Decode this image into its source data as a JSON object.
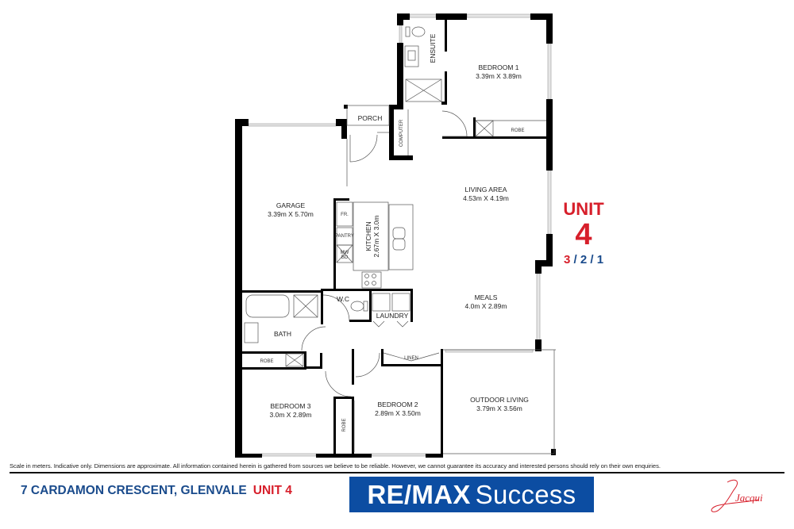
{
  "floorplan": {
    "rooms": [
      {
        "id": "bedroom-1",
        "name": "BEDROOM 1",
        "size": "3.39m X 3.89m"
      },
      {
        "id": "ensuite",
        "name": "ENSUITE"
      },
      {
        "id": "robe-bed1",
        "name": "ROBE"
      },
      {
        "id": "porch",
        "name": "PORCH"
      },
      {
        "id": "computer",
        "name": "COMPUTER"
      },
      {
        "id": "garage",
        "name": "GARAGE",
        "size": "3.39m X 5.70m"
      },
      {
        "id": "living-area",
        "name": "LIVING AREA",
        "size": "4.53m X 4.19m"
      },
      {
        "id": "kitchen",
        "name": "KITCHEN",
        "size": "2.67m X 3.0m"
      },
      {
        "id": "fridge",
        "name": "FR."
      },
      {
        "id": "pantry",
        "name": "PANTRY"
      },
      {
        "id": "mw",
        "name": "MW",
        "sub": "BD"
      },
      {
        "id": "meals",
        "name": "MEALS",
        "size": "4.0m X 2.89m"
      },
      {
        "id": "wc",
        "name": "W.C"
      },
      {
        "id": "laundry",
        "name": "LAUNDRY"
      },
      {
        "id": "bath",
        "name": "BATH"
      },
      {
        "id": "robe-bath",
        "name": "ROBE"
      },
      {
        "id": "linen",
        "name": "LINEN"
      },
      {
        "id": "bedroom-3",
        "name": "BEDROOM 3",
        "size": "3.0m X 2.89m"
      },
      {
        "id": "robe-bed2",
        "name": "ROBE"
      },
      {
        "id": "bedroom-2",
        "name": "BEDROOM 2",
        "size": "2.89m X 3.50m"
      },
      {
        "id": "outdoor-living",
        "name": "OUTDOOR LIVING",
        "size": "3.79m X 3.56m"
      }
    ]
  },
  "unit_badge": {
    "word": "UNIT",
    "number": "4",
    "bedrooms": "3",
    "bathrooms": "2",
    "parking": "1",
    "sep": "/"
  },
  "footer": {
    "disclaimer": "Scale in meters. Indicative only. Dimensions are approximate. All information contained herein is gathered from sources we believe to be reliable. However, we cannot guarantee its accuracy and interested persons should rely on their own enquiries.",
    "address": "7 CARDAMON CRESCENT, GLENVALE",
    "unit_label": "UNIT 4",
    "brand_main": "RE/MAX",
    "brand_sub": "Success",
    "signature": "Jacqui"
  },
  "colors": {
    "brand_blue": "#0c4da2",
    "address_blue": "#1a4b8c",
    "accent_red": "#d71f2b"
  }
}
